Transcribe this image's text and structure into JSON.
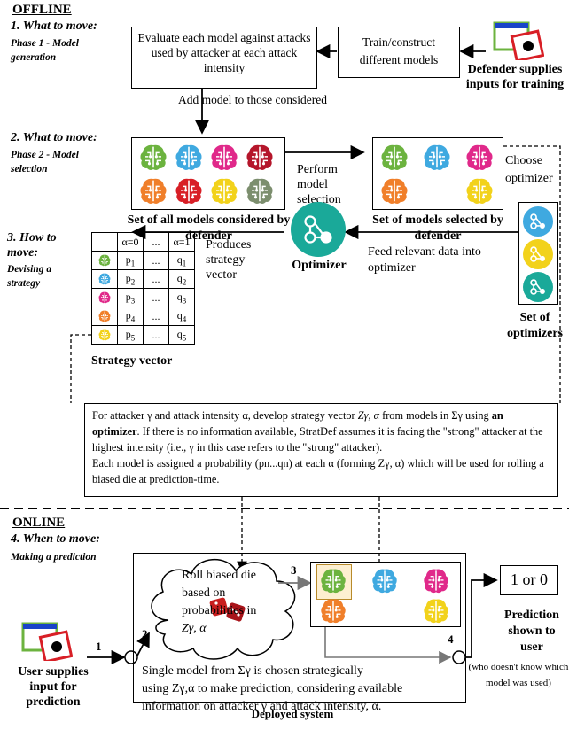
{
  "offline": {
    "title": "OFFLINE",
    "sec1_title": "1. What to move:",
    "sec1_sub": "Phase 1 - Model generation",
    "sec2_title": "2. What to move:",
    "sec2_sub": "Phase 2 - Model selection",
    "sec3_title": "3. How to move:",
    "sec3_sub": "Devising a strategy",
    "eval_box": "Evaluate each model against attacks used by attacker at each attack intensity",
    "train_box": "Train/construct different models",
    "defender_label": "Defender supplies inputs for training",
    "add_model_label": "Add model to those considered",
    "all_models_label": "Set of all models considered by defender",
    "perform_label": "Perform model selection",
    "selected_label": "Set of models selected by defender",
    "choose_opt_label": "Choose optimizer",
    "set_opt_label": "Set of optimizers",
    "optimizer_label": "Optimizer",
    "feed_label": "Feed relevant data into optimizer",
    "produces_label": "Produces strategy vector",
    "strategy_title": "Strategy vector",
    "table_head": [
      "α=0",
      "...",
      "α=1"
    ],
    "table_rows": [
      [
        "p1",
        "...",
        "q1"
      ],
      [
        "p2",
        "...",
        "q2"
      ],
      [
        "p3",
        "...",
        "q3"
      ],
      [
        "p4",
        "...",
        "q4"
      ],
      [
        "p5",
        "...",
        "q5"
      ]
    ],
    "note_line1_a": "For attacker γ and attack intensity α, develop strategy vector ",
    "note_line1_b": "Zγ, α",
    "note_line1_c": " from models in Σγ using ",
    "note_bold": "an optimizer",
    "note_line2": ". If there is no information available, StratDef assumes it is facing the \"strong\" attacker at the highest intensity (i.e., γ in this case refers to the \"strong\" attacker).",
    "note_line3": "Each model is assigned a probability (pn...qn) at each α (forming Zγ, α) which will be used for rolling a biased die at prediction-time."
  },
  "online": {
    "title": "ONLINE",
    "sec4_title": "4. When to move:",
    "sec4_sub": "Making a prediction",
    "cloud_text": "Roll biased die based on probabilities in",
    "cloud_z": "Zγ, α",
    "single_model_l1": "Single model from Σγ is chosen strategically",
    "single_model_l2": "using Zγ,α to make prediction, considering available",
    "single_model_l3": "information on attacker γ and attack intensity, α.",
    "user_label": "User supplies input for prediction",
    "step1": "1",
    "step2": "2",
    "step3": "3",
    "step4": "4",
    "output_box": "1 or 0",
    "prediction_label": "Prediction shown to user",
    "prediction_note": "(who doesn't know which model was used)",
    "deployed_label": "Deployed system"
  },
  "colors": {
    "green": "#6cb33f",
    "blue": "#3fa9e0",
    "magenta": "#e0298a",
    "darkred": "#b5162b",
    "orange": "#f07f2a",
    "red": "#d81f26",
    "yellow": "#f2d21b",
    "gray": "#7c8e6e",
    "teal": "#1aa999"
  }
}
